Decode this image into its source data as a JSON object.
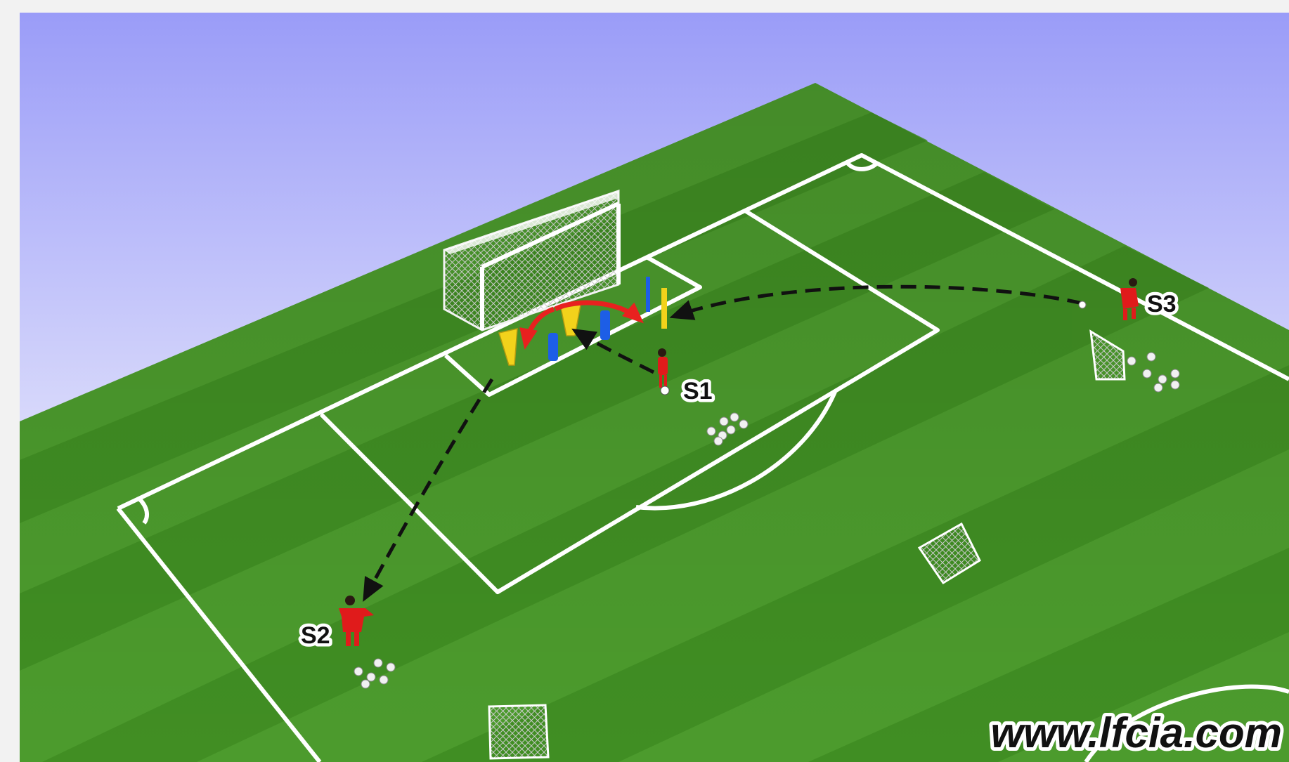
{
  "diagram": {
    "type": "football training drill (3D pitch view)",
    "players": [
      {
        "id": "s1",
        "label": "S1"
      },
      {
        "id": "s2",
        "label": "S2"
      },
      {
        "id": "s3",
        "label": "S3"
      }
    ],
    "watermark": "www.lfcia.com",
    "colors": {
      "sky_top": "#9a9cf8",
      "sky_bottom": "#ffffff",
      "pitch_light": "#5aa838",
      "pitch_dark": "#3f8c22",
      "line": "#ffffff",
      "player": "#e01b1b",
      "defender_yellow": "#f2d21b",
      "defender_blue": "#1d5ee6",
      "run_arrow": "#e8211f",
      "pass_arrow": "#111111"
    },
    "icons": [
      "large-goal-icon",
      "mini-goal-icon",
      "cone-icon",
      "ball-icon",
      "pole-icon",
      "mannequin-icon"
    ]
  }
}
